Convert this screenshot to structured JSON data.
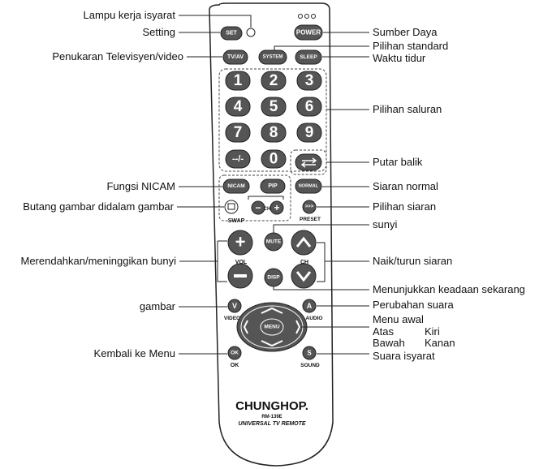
{
  "labels_left": {
    "indicator": "Lampu kerja isyarat",
    "setting": "Setting",
    "tv_video": "Penukaran Televisyen/video",
    "nicam_fn": "Fungsi NICAM",
    "pip_fn": "Butang gambar didalam gambar",
    "volume": "Merendahkan/meninggikan bunyi",
    "picture": "gambar",
    "back_menu": "Kembali ke Menu"
  },
  "labels_right": {
    "power": "Sumber Daya",
    "standard": "Pilihan standard",
    "sleep": "Waktu tidur",
    "channels": "Pilihan saluran",
    "recall": "Putar balik",
    "normal": "Siaran normal",
    "preset": "Pilihan siaran",
    "mute": "sunyi",
    "ch_updown": "Naik/turun siaran",
    "display": "Menunjukkan keadaan sekarang",
    "audio": "Perubahan suara",
    "menu": "Menu awal",
    "up": "Atas",
    "left": "Kiri",
    "down": "Bawah",
    "right": "Kanan",
    "sound": "Suara isyarat"
  },
  "remote": {
    "buttons": {
      "set": "SET",
      "power": "POWER",
      "tvav": "TV/AV",
      "system": "SYSTEM",
      "sleep": "SLEEP",
      "dash": "--/-",
      "nicam": "NICAM",
      "pip": "PIP",
      "normal": "NORMAL",
      "mute": "MUTE",
      "disp": "DISP",
      "menu": "MENU",
      "v": "V",
      "a": "A",
      "ok": "OK",
      "s": "S",
      "preset_icon": ">>>"
    },
    "digits": [
      "1",
      "2",
      "3",
      "4",
      "5",
      "6",
      "7",
      "8",
      "9",
      "0"
    ],
    "captions": {
      "swap": "SWAP",
      "ch_small": "CH",
      "preset": "PRESET",
      "vol": "VOL",
      "ch": "CH",
      "video": "VIDEO",
      "audio": "AUDIO",
      "ok": "OK",
      "sound": "SOUND"
    },
    "brand": "CHUNGHOP.",
    "model": "RM-139E",
    "subtitle": "UNIVERSAL TV REMOTE"
  },
  "colors": {
    "button": "#5a5a5a",
    "button_dark": "#3c3c3c",
    "body": "#ffffff",
    "outline": "#222222"
  }
}
